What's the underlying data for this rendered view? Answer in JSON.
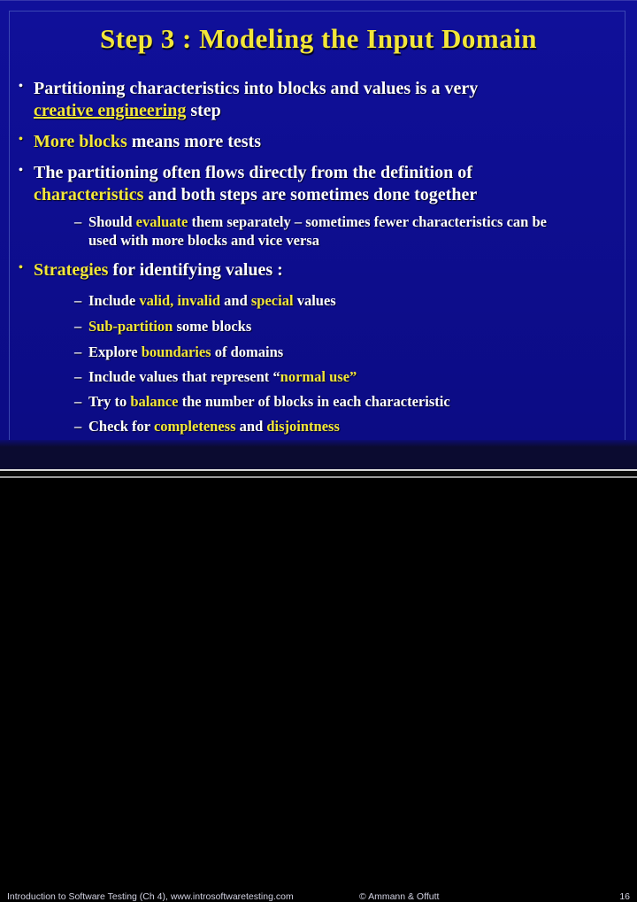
{
  "slide": {
    "title": "Step 3 : Modeling the Input Domain",
    "slide_number": "16",
    "colors": {
      "background": "#0e0e8e",
      "emphasis_yellow": "#f2e63a",
      "body_white": "#ffffff",
      "frame_line": "#4a5abe",
      "footer_background": "#0b0b30"
    },
    "bullets": [
      {
        "level": 1,
        "marker": "•",
        "marker_color": "white",
        "segments": [
          {
            "t": "Partitioning characteristics into blocks and values is a very",
            "c": "white"
          },
          {
            "br": true
          },
          {
            "t": "creative engineering",
            "c": "yellow",
            "u": true
          },
          {
            "t": " step",
            "c": "white"
          }
        ]
      },
      {
        "level": 1,
        "marker": "•",
        "marker_color": "yellow",
        "segments": [
          {
            "t": "More blocks",
            "c": "yellow"
          },
          {
            "t": " means more tests",
            "c": "white"
          }
        ]
      },
      {
        "level": 1,
        "marker": "•",
        "marker_color": "white",
        "segments": [
          {
            "t": "The partitioning often flows directly from the definition of",
            "c": "white"
          },
          {
            "br": true
          },
          {
            "t": "characteristics",
            "c": "yellow"
          },
          {
            "t": " and both steps are sometimes done together",
            "c": "white"
          }
        ]
      },
      {
        "level": 2,
        "marker": "–",
        "marker_color": "white",
        "segments": [
          {
            "t": "Should ",
            "c": "white"
          },
          {
            "t": "evaluate",
            "c": "yellow"
          },
          {
            "t": " them separately – sometimes fewer characteristics can be",
            "c": "white"
          },
          {
            "br": true
          },
          {
            "t": "used with more blocks and vice versa",
            "c": "white"
          }
        ]
      },
      {
        "level": 1,
        "marker": "•",
        "marker_color": "yellow",
        "segments": [
          {
            "t": "Strategies",
            "c": "yellow"
          },
          {
            "t": " for identifying values :",
            "c": "white"
          }
        ]
      },
      {
        "level": 2,
        "marker": "–",
        "marker_color": "white",
        "segments": [
          {
            "t": "Include ",
            "c": "white"
          },
          {
            "t": "valid,",
            "c": "yellow"
          },
          {
            "t": " ",
            "c": "white"
          },
          {
            "t": "invalid",
            "c": "yellow"
          },
          {
            "t": " and ",
            "c": "white"
          },
          {
            "t": "special",
            "c": "yellow"
          },
          {
            "t": " values",
            "c": "white"
          }
        ]
      },
      {
        "level": 2,
        "marker": "–",
        "marker_color": "white",
        "segments": [
          {
            "t": "Sub-partition",
            "c": "yellow"
          },
          {
            "t": " some blocks",
            "c": "white"
          }
        ]
      },
      {
        "level": 2,
        "marker": "–",
        "marker_color": "white",
        "segments": [
          {
            "t": "Explore ",
            "c": "white"
          },
          {
            "t": "boundaries",
            "c": "yellow"
          },
          {
            "t": " of domains",
            "c": "white"
          }
        ]
      },
      {
        "level": 2,
        "marker": "–",
        "marker_color": "white",
        "segments": [
          {
            "t": "Include values that represent “",
            "c": "white"
          },
          {
            "t": "normal use",
            "c": "yellow"
          },
          {
            "t": "”",
            "c": "yellow"
          }
        ]
      },
      {
        "level": 2,
        "marker": "–",
        "marker_color": "white",
        "segments": [
          {
            "t": "Try to ",
            "c": "white"
          },
          {
            "t": "balance",
            "c": "yellow"
          },
          {
            "t": " the number of blocks in each characteristic",
            "c": "white"
          }
        ]
      },
      {
        "level": 2,
        "marker": "–",
        "marker_color": "white",
        "segments": [
          {
            "t": "Check for ",
            "c": "white"
          },
          {
            "t": "completeness",
            "c": "yellow"
          },
          {
            "t": " and ",
            "c": "white"
          },
          {
            "t": "disjointness",
            "c": "yellow"
          }
        ]
      }
    ]
  },
  "footer": {
    "left": "Introduction to Software Testing  (Ch 4), www.introsoftwaretesting.com",
    "copyright": "© Ammann & Offutt",
    "page": "16"
  }
}
